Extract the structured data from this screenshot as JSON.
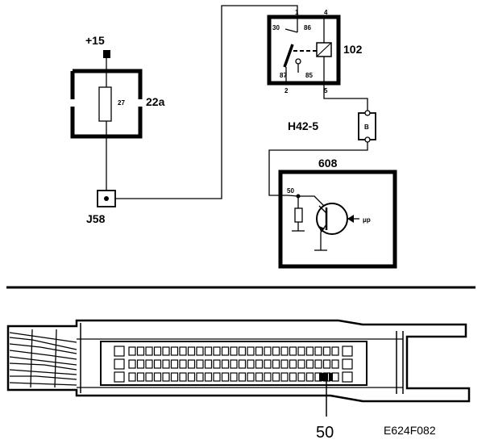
{
  "labels": {
    "supply": "+15",
    "fuse_box": "22a",
    "fuse_value": "27",
    "junction": "J58",
    "relay": "102",
    "relay_pins": [
      "1",
      "4",
      "30",
      "86",
      "87",
      "85",
      "2",
      "5"
    ],
    "connector": "H42-5",
    "connector_pin": "B",
    "control_module": "608",
    "module_pin": "50",
    "module_input": "μp",
    "ecu_pin_callout": "50",
    "figure_code": "E624F082"
  }
}
